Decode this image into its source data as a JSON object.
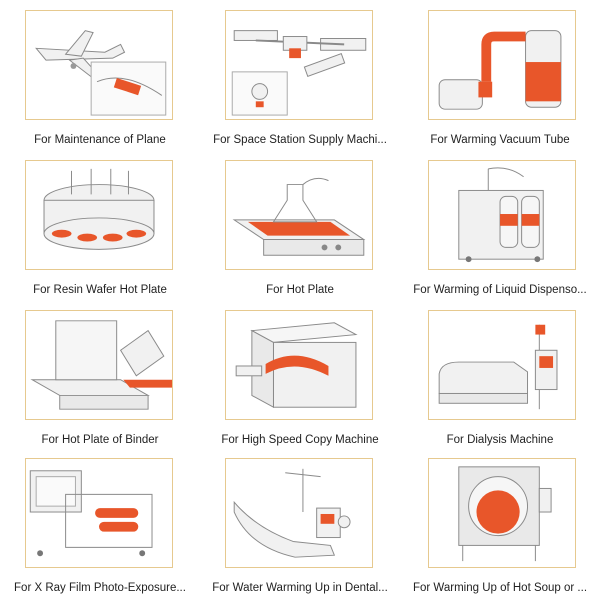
{
  "colors": {
    "accent": "#e8562a",
    "frame": "#e6c98f",
    "line": "#8a8a8a",
    "fill": "#f1f1f1"
  },
  "items": [
    {
      "caption": "For Maintenance of Plane",
      "icon": "plane-maintenance-icon"
    },
    {
      "caption": "For Space Station Supply Machi...",
      "icon": "space-station-icon"
    },
    {
      "caption": "For Warming Vacuum Tube",
      "icon": "vacuum-tube-icon"
    },
    {
      "caption": "For Resin Wafer Hot Plate",
      "icon": "resin-wafer-hot-plate-icon"
    },
    {
      "caption": "For Hot Plate",
      "icon": "hot-plate-icon"
    },
    {
      "caption": "For Warming of Liquid Dispenso...",
      "icon": "liquid-dispenser-icon"
    },
    {
      "caption": "For Hot Plate of Binder",
      "icon": "binder-hot-plate-icon"
    },
    {
      "caption": "For High Speed Copy Machine",
      "icon": "copy-machine-icon"
    },
    {
      "caption": "For Dialysis Machine",
      "icon": "dialysis-machine-icon"
    },
    {
      "caption": "For X Ray Film Photo-Exposure...",
      "icon": "xray-film-icon"
    },
    {
      "caption": "For Water Warming Up in Dental...",
      "icon": "dental-chair-icon"
    },
    {
      "caption": "For Warming Up of Hot Soup or ...",
      "icon": "hot-soup-kettle-icon"
    }
  ]
}
